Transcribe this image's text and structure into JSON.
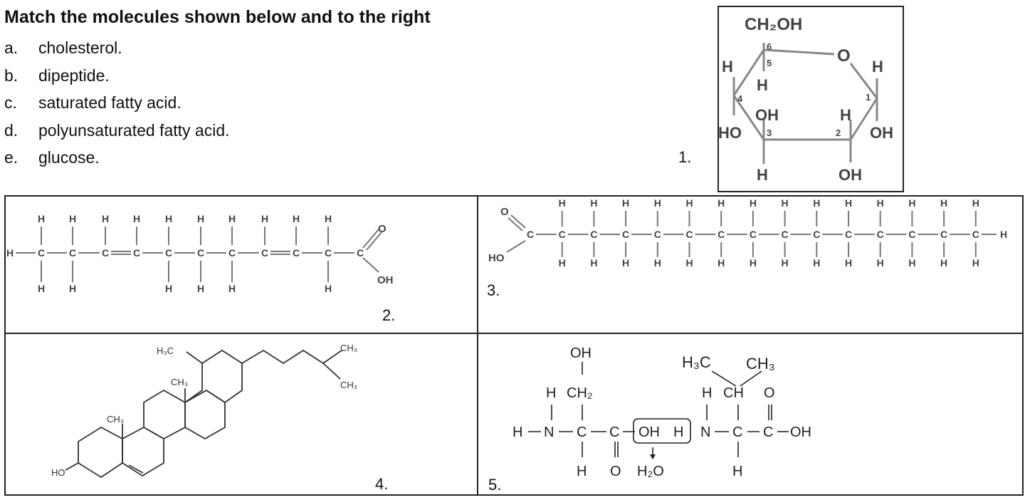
{
  "question": {
    "title": "Match the molecules shown below and to the right",
    "options": [
      {
        "letter": "a.",
        "text": "cholesterol."
      },
      {
        "letter": "b.",
        "text": "dipeptide."
      },
      {
        "letter": "c.",
        "text": "saturated fatty acid."
      },
      {
        "letter": "d.",
        "text": "polyunsaturated fatty acid."
      },
      {
        "letter": "e.",
        "text": "glucose."
      }
    ]
  },
  "structures": {
    "glucose": {
      "number": "1.",
      "ch2oh": "CH₂OH",
      "ring_o": "O",
      "substituents": [
        "H",
        "H",
        "H",
        "OH",
        "H",
        "HO",
        "OH",
        "H",
        "OH"
      ],
      "carbon_numbers": [
        "6",
        "5",
        "4",
        "3",
        "2",
        "1"
      ]
    },
    "polyunsaturated": {
      "number": "2.",
      "oh": "OH",
      "o": "O"
    },
    "saturated": {
      "number": "3.",
      "ho": "HO",
      "o": "O"
    },
    "cholesterol": {
      "number": "4.",
      "h3c": "H₃C",
      "ch3_1": "CH₃",
      "ch3_2": "CH₃",
      "ch3_3": "CH₃",
      "ch3_4": "CH₃",
      "ho": "HO"
    },
    "dipeptide": {
      "number": "5.",
      "oh_top": "OH",
      "h3c": "H₃C",
      "ch3": "CH₃",
      "h_left": "H",
      "ch2": "CH₂",
      "h_right": "H",
      "ch": "CH",
      "o_top": "O",
      "h_n": "H",
      "n1": "N",
      "c1": "C",
      "c2": "C",
      "oh_box": "OH",
      "h_box": "H",
      "n2": "N",
      "c3": "C",
      "c4": "C",
      "oh_end": "OH",
      "h_bottom1": "H",
      "o_bottom": "O",
      "h2o": "H₂O",
      "h_bottom2": "H"
    }
  }
}
